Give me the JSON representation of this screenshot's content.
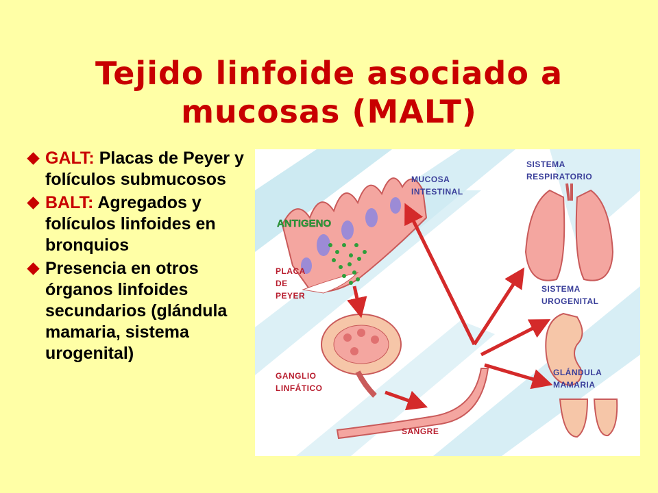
{
  "title": {
    "line1": "Tejido linfoide asociado a",
    "line2": "mucosas (MALT)"
  },
  "bullets": [
    {
      "term": "GALT:",
      "text": " Placas de Peyer y folículos submucosos"
    },
    {
      "term": "BALT:",
      "text": " Agregados y folículos linfoides en bronquios"
    },
    {
      "term": "",
      "text": "Presencia en otros órganos linfoides secundarios (glándula mamaria, sistema urogenital)"
    }
  ],
  "figure": {
    "antigen": "ANTIGENO",
    "mucosa_l1": "MUCOSA",
    "mucosa_l2": "INTESTINAL",
    "placa_l1": "PLACA",
    "placa_l2": "DE",
    "placa_l3": "PEYER",
    "ganglio_l1": "GANGLIO",
    "ganglio_l2": "LINFÁTICO",
    "sangre": "SANGRE",
    "resp_l1": "SISTEMA",
    "resp_l2": "RESPIRATORIO",
    "uro_l1": "SISTEMA",
    "uro_l2": "UROGENITAL",
    "glandula_l1": "GLÁNDULA",
    "glandula_l2": "MAMARIA"
  },
  "colors": {
    "title": "#C80000",
    "background": "#FFFFA6",
    "arrow": "#D42A2A",
    "tissue": "#F4A6A0",
    "antigen": "#2E9E3A",
    "label": "#3A3F9A"
  }
}
